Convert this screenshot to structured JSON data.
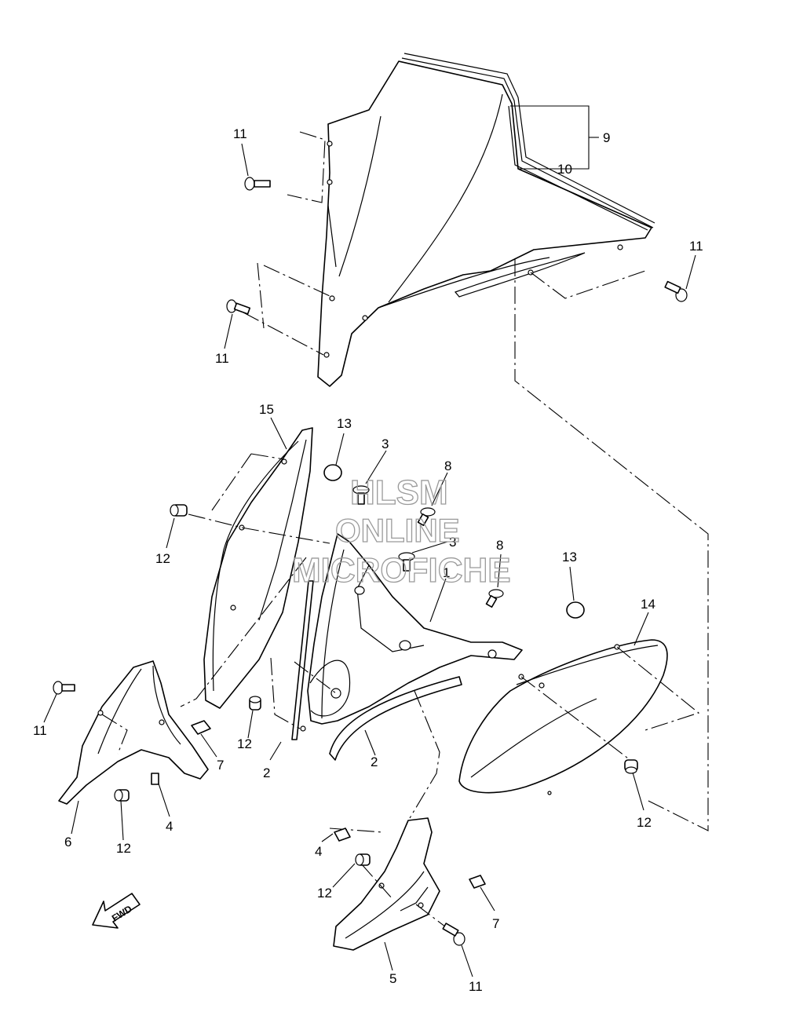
{
  "callouts": [
    "1",
    "2",
    "2",
    "3",
    "3",
    "4",
    "4",
    "5",
    "6",
    "7",
    "7",
    "8",
    "8",
    "9",
    "10",
    "11",
    "11",
    "11",
    "11",
    "11",
    "12",
    "12",
    "12",
    "12",
    "12",
    "13",
    "13",
    "14",
    "15"
  ],
  "watermark": {
    "line1": "HLSM",
    "line2": "ONLINE",
    "line3": "MICROFICHE"
  },
  "direction_badge": "FWD"
}
